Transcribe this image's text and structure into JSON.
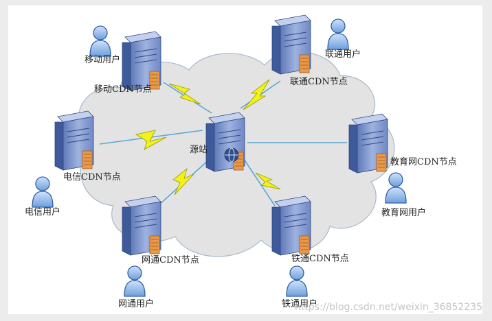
{
  "diagram": {
    "origin": "源站",
    "nodes": [
      {
        "id": "mobile",
        "label": "移动CDN节点",
        "user": "移动用户"
      },
      {
        "id": "unicom",
        "label": "联通CDN节点",
        "user": "联通用户"
      },
      {
        "id": "telecom",
        "label": "电信CDN节点",
        "user": "电信用户"
      },
      {
        "id": "education",
        "label": "教育网CDN节点",
        "user": "教育网用户"
      },
      {
        "id": "netcom",
        "label": "网通CDN节点",
        "user": "网通用户"
      },
      {
        "id": "railcom",
        "label": "铁通CDN节点",
        "user": "铁通用户"
      }
    ]
  },
  "watermark": "https://blog.csdn.net/weixin_36852235",
  "colors": {
    "cloud_fill": "#e3e3e3",
    "cloud_stroke": "#a8b8cc",
    "server_face": "#7c93c9",
    "server_side": "#3e5a9a",
    "server_top": "#b8c8e8",
    "server_accent": "#e89a4a",
    "user_fill": "#8ab4e8",
    "lightning": "#f2f21a",
    "link": "#5aa7d6"
  },
  "icons": [
    "server-icon",
    "user-icon",
    "lightning-icon",
    "globe-icon",
    "cloud-shape"
  ]
}
